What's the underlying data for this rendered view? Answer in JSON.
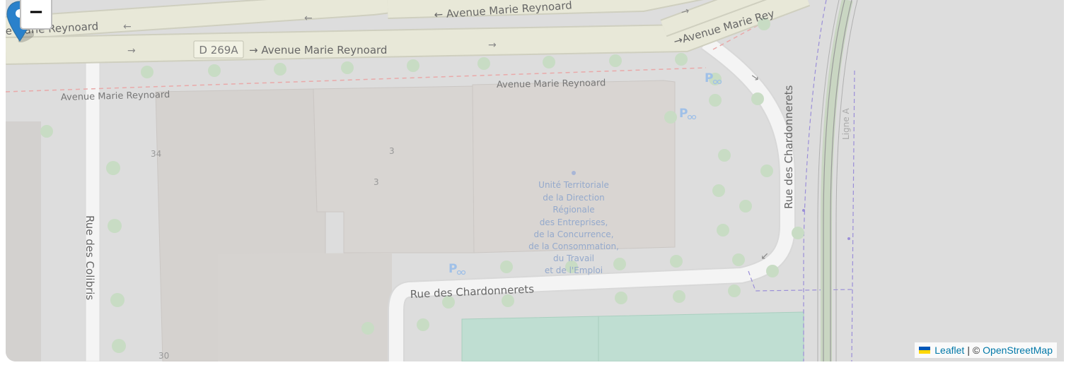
{
  "map": {
    "zoom_out_label": "−",
    "roads": {
      "avenue_marie_reynoard": "Avenue Marie Reynoard",
      "avenue_marie_reynoard_arrow": "← Avenue Marie Reynoard",
      "avenue_marie_reynoard_left": "e Marie Reynoard",
      "avenue_marie_reynoard_lower": "→ Avenue Marie Reynoard",
      "avenue_marie_reynoard_right": "→Avenue Marie Rey",
      "road_ref": "D 269A",
      "rue_des_colibris": "Rue des Colibris",
      "rue_des_chardonnerets": "Rue des Chardonnerets",
      "ligne_a": "Ligne A"
    },
    "house_numbers": [
      "34",
      "3",
      "3",
      "30"
    ],
    "poi": {
      "label_lines": [
        "Unité Territoriale",
        "de la Direction",
        "Régionale",
        "des Entreprises,",
        "de la Concurrence,",
        "de la Consommation,",
        "du Travail",
        "et de l'Emploi"
      ]
    },
    "arrows": {
      "left": "←",
      "right": "→"
    },
    "parking_symbol": "P"
  },
  "attribution": {
    "leaflet": "Leaflet",
    "separator": " | © ",
    "osm": "OpenStreetMap"
  },
  "colors": {
    "background": "#dddddd",
    "road_fill": "#e8e8d8",
    "road_edge": "#cfcfbf",
    "street": "#f4f4f4",
    "building": "#d6d3d1",
    "tree": "#c8dcc4",
    "green_area": "#bfded2",
    "marker": "#2a81cb",
    "link": "#0078a8"
  }
}
